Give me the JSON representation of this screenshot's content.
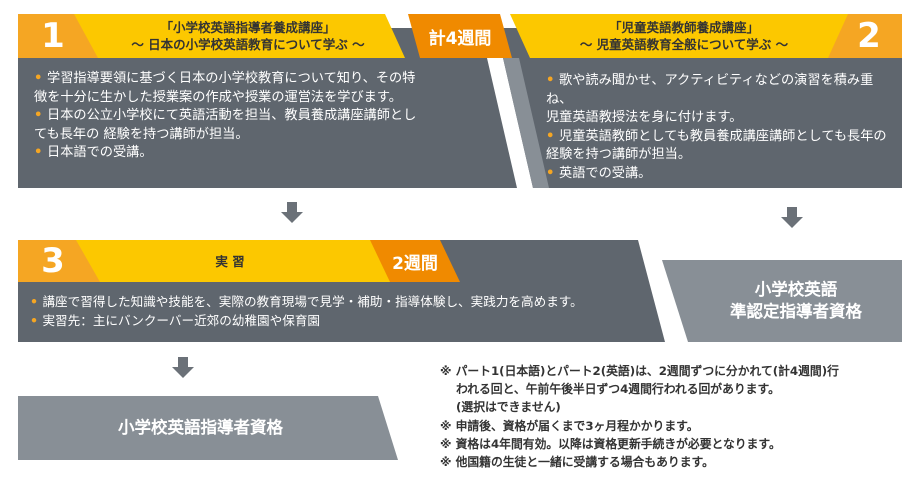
{
  "colors": {
    "panel_dark": "#5f666e",
    "panel_mid": "#888f96",
    "orange": "#f5a623",
    "orange_deep": "#f08a00",
    "yellow": "#fcc800",
    "text_dark": "#333333"
  },
  "course1": {
    "number": "1",
    "title": "「小学校英語指導者養成講座」",
    "subtitle": "〜 日本の小学校英語教育について学ぶ 〜",
    "bullets": [
      "学習指導要領に基づく日本の小学校教育について知り、その特",
      "徴を十分に生かした授業案の作成や授業の運営法を学びます。",
      "日本の公立小学校にて英語活動を担当、教員養成講座講師とし",
      "ても長年の 経験を持つ講師が担当。",
      "日本語での受講。"
    ]
  },
  "badge_total": "計4週間",
  "course2": {
    "number": "2",
    "title": "「児童英語教師養成講座」",
    "subtitle": "〜 児童英語教育全般について学ぶ 〜",
    "bullets": [
      "歌や読み聞かせ、アクティビティなどの演習を積み重ね、",
      "児童英語教授法を身に付けます。",
      "児童英語教師としても教員養成講座講師としても長年の",
      "経験を持つ講師が担当。",
      "英語での受講。"
    ]
  },
  "course3": {
    "number": "3",
    "title": "実 習",
    "duration": "2週間",
    "bullets": [
      "講座で習得した知識や技能を、実際の教育現場で見学・補助・指導体験し、実践力を高めます。",
      "実習先：主にバンクーバー近郊の幼稚園や保育園"
    ]
  },
  "qual_associate": {
    "line1": "小学校英語",
    "line2": "準認定指導者資格"
  },
  "qual_main": {
    "label": "小学校英語指導者資格"
  },
  "notes": [
    "※ パート1(日本語)とパート2(英語)は、2週間ずつに分かれて(計4週間)行",
    "われる回と、午前午後半日ずつ4週間行われる回があります。",
    "(選択はできません)",
    "※ 申請後、資格が届くまで3ヶ月程かかります。",
    "※ 資格は4年間有効。以降は資格更新手続きが必要となります。",
    "※ 他国籍の生徒と一緒に受講する場合もあります。"
  ],
  "icons": [
    "arrow-down-icon"
  ]
}
